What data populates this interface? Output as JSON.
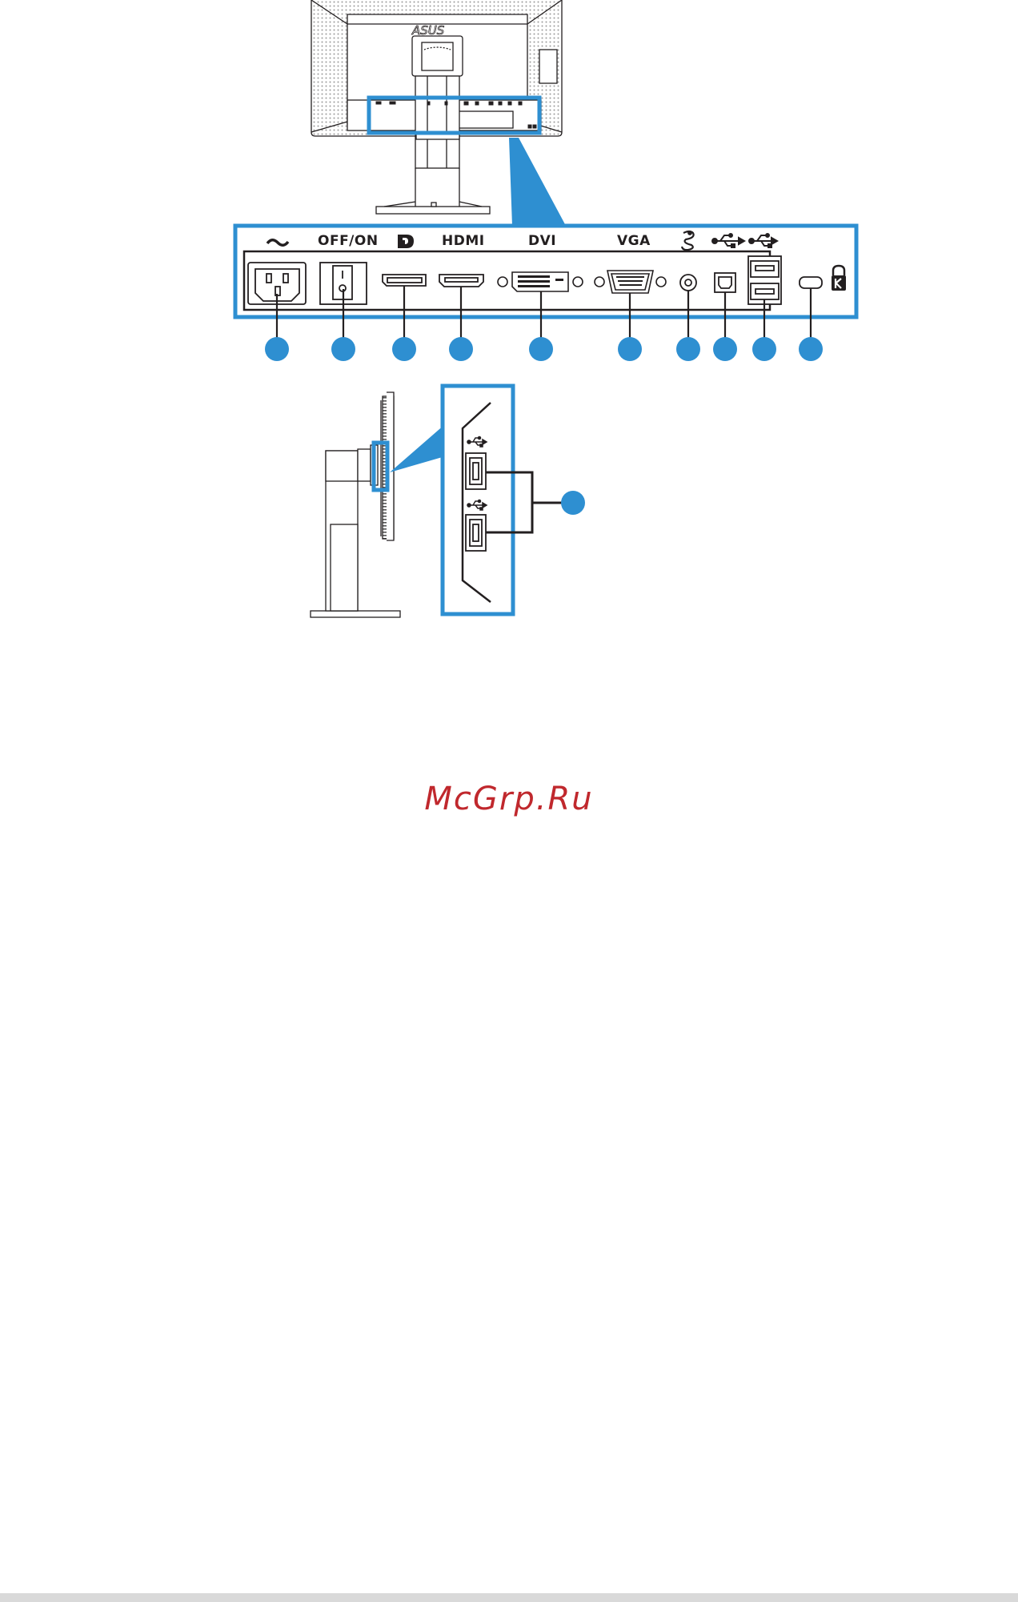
{
  "labels": {
    "ac": "~",
    "power": "OFF/ON",
    "hdmi": "HDMI",
    "dvi": "DVI",
    "vga": "VGA"
  },
  "watermark": "McGrp.Ru",
  "colors": {
    "highlight": "#2e8fd1",
    "callout": "#2e8fd1",
    "line": "#231f20",
    "watermark": "#c0282d"
  },
  "icons": [
    "ac-power-icon",
    "displayport-icon",
    "audio-icon",
    "usb-icon",
    "kensington-lock-icon"
  ]
}
